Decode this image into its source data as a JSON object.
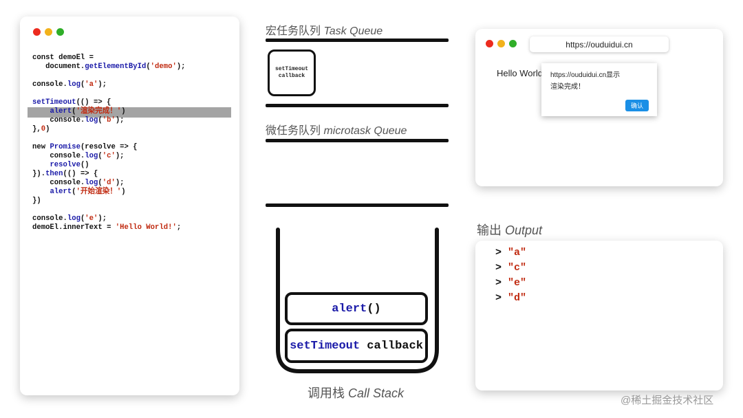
{
  "code_lines": [
    {
      "parts": [
        {
          "t": "const demoEl ="
        }
      ]
    },
    {
      "parts": [
        {
          "t": "   document."
        },
        {
          "t": "getElementById",
          "c": "fn"
        },
        {
          "t": "("
        },
        {
          "t": "'demo'",
          "c": "str"
        },
        {
          "t": ");"
        }
      ]
    },
    {
      "blank": true
    },
    {
      "parts": [
        {
          "t": "console."
        },
        {
          "t": "log",
          "c": "fn"
        },
        {
          "t": "("
        },
        {
          "t": "'a'",
          "c": "str"
        },
        {
          "t": ");"
        }
      ]
    },
    {
      "blank": true
    },
    {
      "parts": [
        {
          "t": "setTimeout",
          "c": "fn"
        },
        {
          "t": "(() => {"
        }
      ]
    },
    {
      "parts": [
        {
          "t": "    "
        },
        {
          "t": "alert",
          "c": "fn"
        },
        {
          "t": "("
        },
        {
          "t": "'渲染完成！'",
          "c": "str"
        },
        {
          "t": ")"
        }
      ]
    },
    {
      "parts": [
        {
          "t": "    console."
        },
        {
          "t": "log",
          "c": "fn"
        },
        {
          "t": "("
        },
        {
          "t": "'b'",
          "c": "str"
        },
        {
          "t": ");"
        }
      ]
    },
    {
      "parts": [
        {
          "t": "},"
        },
        {
          "t": "0",
          "c": "num"
        },
        {
          "t": ")"
        }
      ]
    },
    {
      "blank": true
    },
    {
      "parts": [
        {
          "t": "new "
        },
        {
          "t": "Promise",
          "c": "fn"
        },
        {
          "t": "(resolve => {"
        }
      ]
    },
    {
      "parts": [
        {
          "t": "    console."
        },
        {
          "t": "log",
          "c": "fn"
        },
        {
          "t": "("
        },
        {
          "t": "'c'",
          "c": "str"
        },
        {
          "t": ");"
        }
      ]
    },
    {
      "parts": [
        {
          "t": "    "
        },
        {
          "t": "resolve",
          "c": "fn"
        },
        {
          "t": "()"
        }
      ]
    },
    {
      "parts": [
        {
          "t": "})."
        },
        {
          "t": "then",
          "c": "fn"
        },
        {
          "t": "(() => {"
        }
      ]
    },
    {
      "parts": [
        {
          "t": "    console."
        },
        {
          "t": "log",
          "c": "fn"
        },
        {
          "t": "("
        },
        {
          "t": "'d'",
          "c": "str"
        },
        {
          "t": ");"
        }
      ]
    },
    {
      "parts": [
        {
          "t": "    "
        },
        {
          "t": "alert",
          "c": "fn"
        },
        {
          "t": "("
        },
        {
          "t": "'开始渲染！'",
          "c": "str"
        },
        {
          "t": ")"
        }
      ]
    },
    {
      "parts": [
        {
          "t": "})"
        }
      ]
    },
    {
      "blank": true
    },
    {
      "parts": [
        {
          "t": "console."
        },
        {
          "t": "log",
          "c": "fn"
        },
        {
          "t": "("
        },
        {
          "t": "'e'",
          "c": "str"
        },
        {
          "t": ");"
        }
      ]
    },
    {
      "parts": [
        {
          "t": "demoEl.innerText = "
        },
        {
          "t": "'Hello World!'",
          "c": "str"
        },
        {
          "t": ";"
        }
      ]
    }
  ],
  "task_queue": {
    "title_cn": "宏任务队列",
    "title_en": "Task Queue",
    "items": [
      {
        "line1": "setTimeout",
        "line2": "callback"
      }
    ]
  },
  "microtask_queue": {
    "title_cn": "微任务队列",
    "title_en": "microtask Queue"
  },
  "call_stack": {
    "title_cn": "调用栈",
    "title_en": "Call Stack",
    "frames": [
      {
        "fn": "alert",
        "rest": "()"
      },
      {
        "fn": "setTimeout",
        "rest": " callback"
      }
    ]
  },
  "browser": {
    "url": "https://ouduidui.cn",
    "page_text": "Hello World",
    "dialog": {
      "origin": "https://ouduidui.cn显示",
      "message": "渲染完成！",
      "confirm": "确认"
    }
  },
  "output": {
    "title_cn": "输出",
    "title_en": "Output",
    "lines": [
      {
        "prompt": ">",
        "value": "\"a\""
      },
      {
        "prompt": ">",
        "value": "\"c\""
      },
      {
        "prompt": ">",
        "value": "\"e\""
      },
      {
        "prompt": ">",
        "value": "\"d\""
      }
    ]
  },
  "colors": {
    "keyword": "#1a1aa8",
    "string": "#c02a10",
    "highlight": "#a4a4a4",
    "button": "#1a8fe6"
  },
  "watermark": "@稀土掘金技术社区"
}
